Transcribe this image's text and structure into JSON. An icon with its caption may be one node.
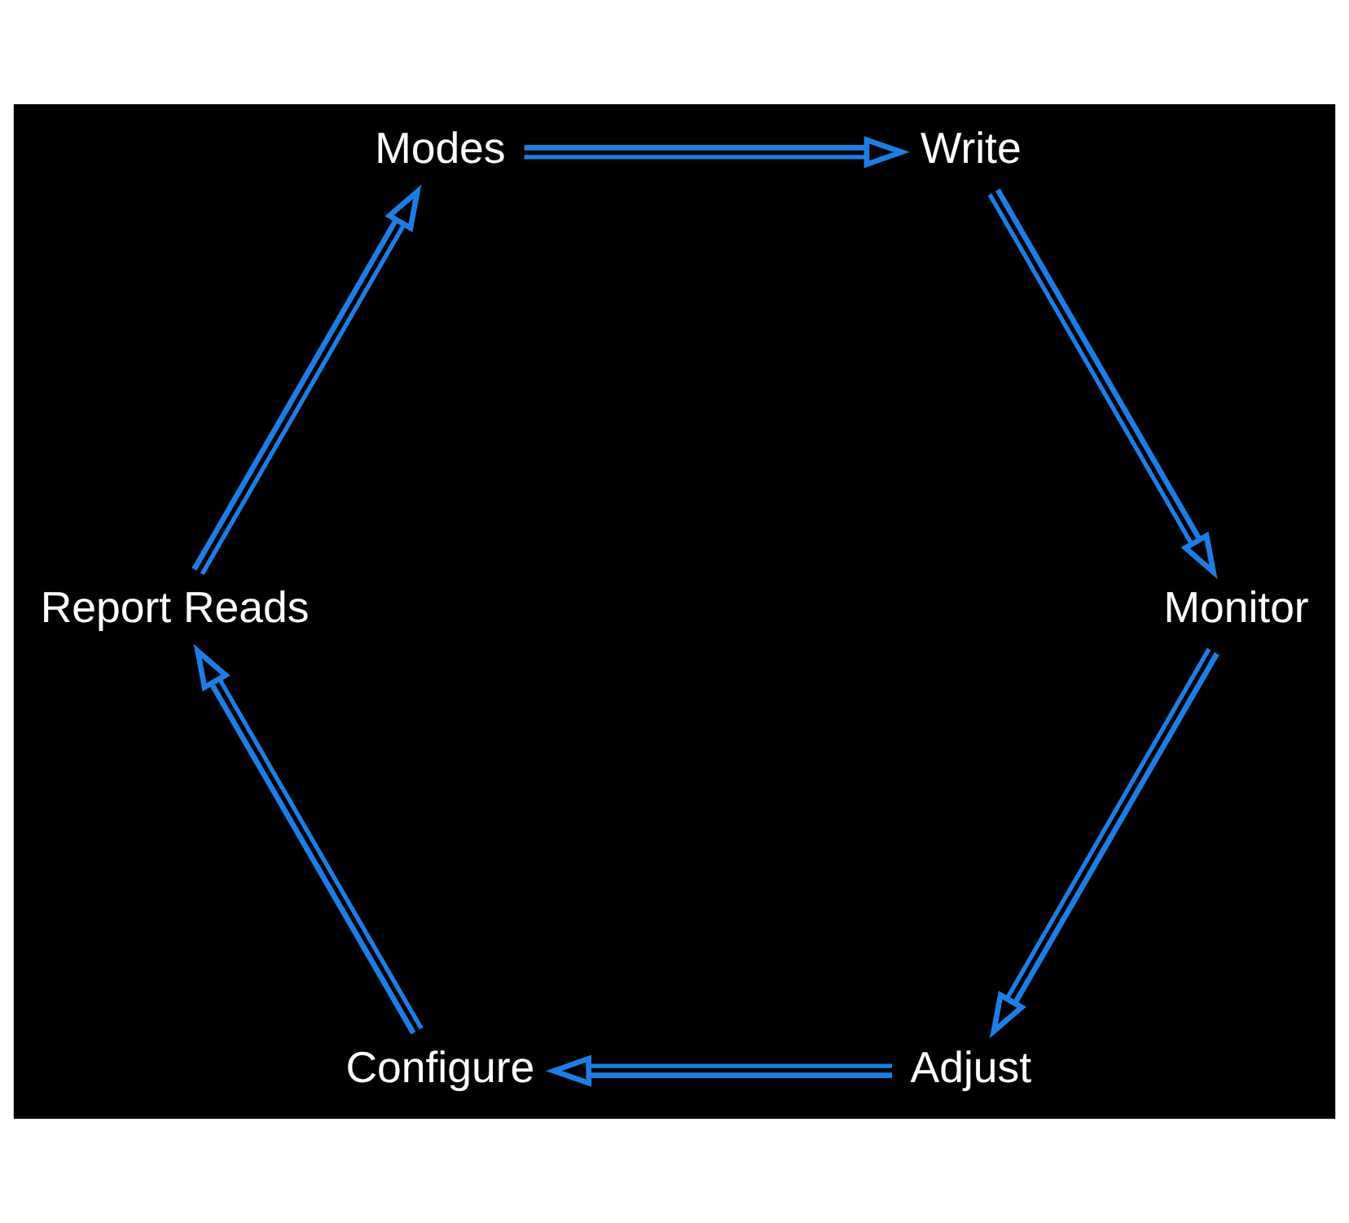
{
  "diagram": {
    "nodes": [
      {
        "text": [
          "Adjust"
        ]
      },
      {
        "text": [
          "Configure"
        ]
      },
      {
        "text": [
          "Report Reads"
        ]
      },
      {
        "text": [
          "Modes"
        ]
      },
      {
        "text": [
          "Write"
        ]
      },
      {
        "text": [
          "Monitor"
        ]
      }
    ],
    "edges": [
      {
        "from": 0,
        "to": 1,
        "arrow": "to"
      },
      {
        "from": 1,
        "to": 2,
        "arrow": "to"
      },
      {
        "from": 2,
        "to": 3,
        "arrow": "to"
      },
      {
        "from": 3,
        "to": 4,
        "arrow": "to"
      },
      {
        "from": 4,
        "to": 5,
        "arrow": "to"
      },
      {
        "from": 5,
        "to": 0,
        "arrow": "to"
      }
    ]
  }
}
